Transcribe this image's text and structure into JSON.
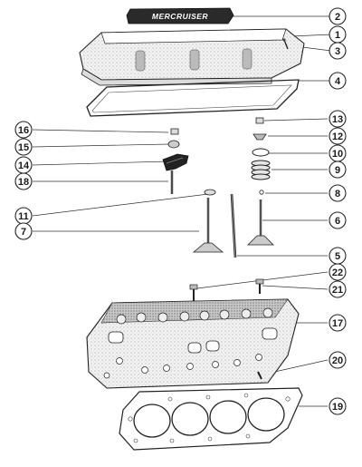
{
  "diagram": {
    "logo_text": "MERCRUISER",
    "callouts": [
      {
        "id": "c2",
        "label": "2"
      },
      {
        "id": "c1",
        "label": "1"
      },
      {
        "id": "c3",
        "label": "3"
      },
      {
        "id": "c4",
        "label": "4"
      },
      {
        "id": "c16",
        "label": "16"
      },
      {
        "id": "c15",
        "label": "15"
      },
      {
        "id": "c14",
        "label": "14"
      },
      {
        "id": "c18",
        "label": "18"
      },
      {
        "id": "c11",
        "label": "11"
      },
      {
        "id": "c7",
        "label": "7"
      },
      {
        "id": "c13",
        "label": "13"
      },
      {
        "id": "c12",
        "label": "12"
      },
      {
        "id": "c10",
        "label": "10"
      },
      {
        "id": "c9",
        "label": "9"
      },
      {
        "id": "c8",
        "label": "8"
      },
      {
        "id": "c6",
        "label": "6"
      },
      {
        "id": "c5",
        "label": "5"
      },
      {
        "id": "c22",
        "label": "22"
      },
      {
        "id": "c21",
        "label": "21"
      },
      {
        "id": "c17",
        "label": "17"
      },
      {
        "id": "c20",
        "label": "20"
      },
      {
        "id": "c19",
        "label": "19"
      }
    ]
  }
}
